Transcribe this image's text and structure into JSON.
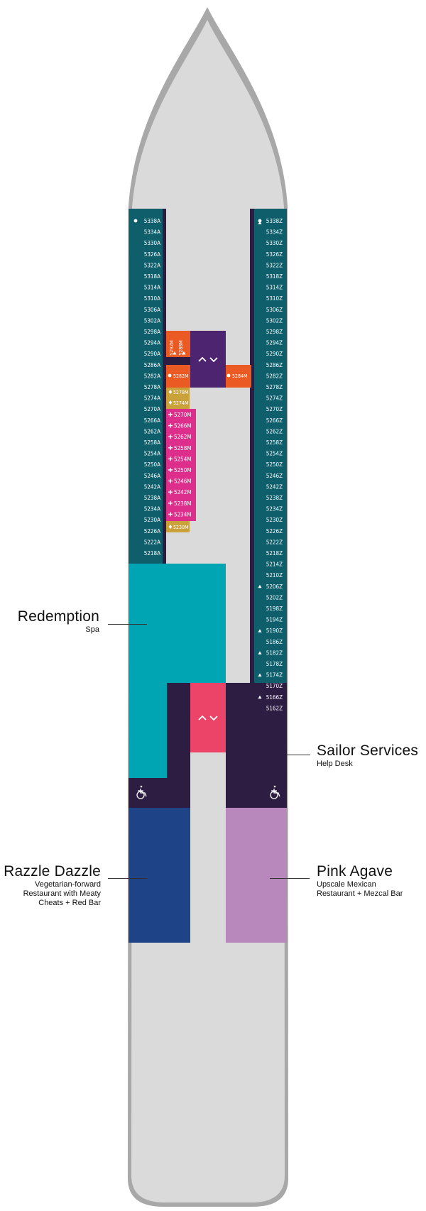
{
  "colors": {
    "hull_fill": "#dadada",
    "hull_outline": "#a8a8a8",
    "teal_cabins": "#0e5e6b",
    "dark_purple": "#2e1d43",
    "spa_teal": "#00a5b4",
    "elevator_purple": "#4c2470",
    "elevator_pink": "#eb4468",
    "orange_suite": "#ec5a24",
    "gold_suite": "#c9a23a",
    "magenta_suite": "#dc2e8a",
    "razzle_blue": "#1f4387",
    "pink_agave_mauve": "#b887bc"
  },
  "venues": {
    "redemption": {
      "title": "Redemption",
      "subtitle": "Spa"
    },
    "sailor_services": {
      "title": "Sailor Services",
      "subtitle": "Help Desk"
    },
    "razzle_dazzle": {
      "title": "Razzle Dazzle",
      "line1": "Vegetarian-forward",
      "line2": "Restaurant with Meaty",
      "line3": "Cheats + Red Bar"
    },
    "pink_agave": {
      "title": "Pink Agave",
      "line1": "Upscale Mexican",
      "line2": "Restaurant + Mezcal Bar"
    }
  },
  "cabins": {
    "a_side": [
      {
        "label": "5338A",
        "sym": "dot"
      },
      {
        "label": "5334A"
      },
      {
        "label": "5330A"
      },
      {
        "label": "5326A"
      },
      {
        "label": "5322A"
      },
      {
        "label": "5318A"
      },
      {
        "label": "5314A"
      },
      {
        "label": "5310A"
      },
      {
        "label": "5306A"
      },
      {
        "label": "5302A"
      },
      {
        "label": "5298A"
      },
      {
        "label": "5294A"
      },
      {
        "label": "5290A"
      },
      {
        "label": "5286A"
      },
      {
        "label": "5282A"
      },
      {
        "label": "5278A"
      },
      {
        "label": "5274A"
      },
      {
        "label": "5270A"
      },
      {
        "label": "5266A"
      },
      {
        "label": "5262A"
      },
      {
        "label": "5258A"
      },
      {
        "label": "5254A"
      },
      {
        "label": "5250A"
      },
      {
        "label": "5246A"
      },
      {
        "label": "5242A"
      },
      {
        "label": "5238A"
      },
      {
        "label": "5234A"
      },
      {
        "label": "5230A"
      },
      {
        "label": "5226A"
      },
      {
        "label": "5222A"
      },
      {
        "label": "5218A"
      }
    ],
    "z_side": [
      {
        "label": "5338Z",
        "sym": "dot-tri"
      },
      {
        "label": "5334Z"
      },
      {
        "label": "5330Z"
      },
      {
        "label": "5326Z"
      },
      {
        "label": "5322Z"
      },
      {
        "label": "5318Z"
      },
      {
        "label": "5314Z"
      },
      {
        "label": "5310Z"
      },
      {
        "label": "5306Z"
      },
      {
        "label": "5302Z"
      },
      {
        "label": "5298Z"
      },
      {
        "label": "5294Z"
      },
      {
        "label": "5290Z"
      },
      {
        "label": "5286Z"
      },
      {
        "label": "5282Z"
      },
      {
        "label": "5278Z"
      },
      {
        "label": "5274Z"
      },
      {
        "label": "5270Z"
      },
      {
        "label": "5266Z"
      },
      {
        "label": "5262Z"
      },
      {
        "label": "5258Z"
      },
      {
        "label": "5254Z"
      },
      {
        "label": "5250Z"
      },
      {
        "label": "5246Z"
      },
      {
        "label": "5242Z"
      },
      {
        "label": "5238Z"
      },
      {
        "label": "5234Z"
      },
      {
        "label": "5230Z"
      },
      {
        "label": "5226Z"
      },
      {
        "label": "5222Z"
      },
      {
        "label": "5218Z"
      },
      {
        "label": "5214Z"
      },
      {
        "label": "5210Z"
      },
      {
        "label": "5206Z",
        "sym": "tri"
      },
      {
        "label": "5202Z"
      },
      {
        "label": "5198Z"
      },
      {
        "label": "5194Z"
      },
      {
        "label": "5190Z",
        "sym": "tri"
      },
      {
        "label": "5186Z"
      },
      {
        "label": "5182Z",
        "sym": "tri"
      },
      {
        "label": "5178Z"
      },
      {
        "label": "5174Z",
        "sym": "tri"
      },
      {
        "label": "5170Z"
      },
      {
        "label": "5166Z",
        "sym": "tri"
      },
      {
        "label": "5162Z"
      }
    ],
    "m_upper": [
      {
        "label": "5292M",
        "sym": "tri"
      },
      {
        "label": "5288M",
        "sym": "tri"
      }
    ],
    "m_orange": [
      {
        "label": "5282M",
        "sym": "dot"
      },
      {
        "label": "5284M",
        "sym": "dot"
      }
    ],
    "m_gold": [
      {
        "label": "5278M",
        "sym": "bolt"
      },
      {
        "label": "5274M",
        "sym": "bolt"
      },
      {
        "label": "5230M",
        "sym": "bolt"
      }
    ],
    "m_magenta": [
      {
        "label": "5270M"
      },
      {
        "label": "5266M"
      },
      {
        "label": "5262M"
      },
      {
        "label": "5258M"
      },
      {
        "label": "5254M"
      },
      {
        "label": "5250M"
      },
      {
        "label": "5246M"
      },
      {
        "label": "5242M"
      },
      {
        "label": "5238M"
      },
      {
        "label": "5234M"
      }
    ]
  },
  "icons": {
    "elevator": "elevator-arrows-icon",
    "accessible": "wheelchair-icon"
  }
}
